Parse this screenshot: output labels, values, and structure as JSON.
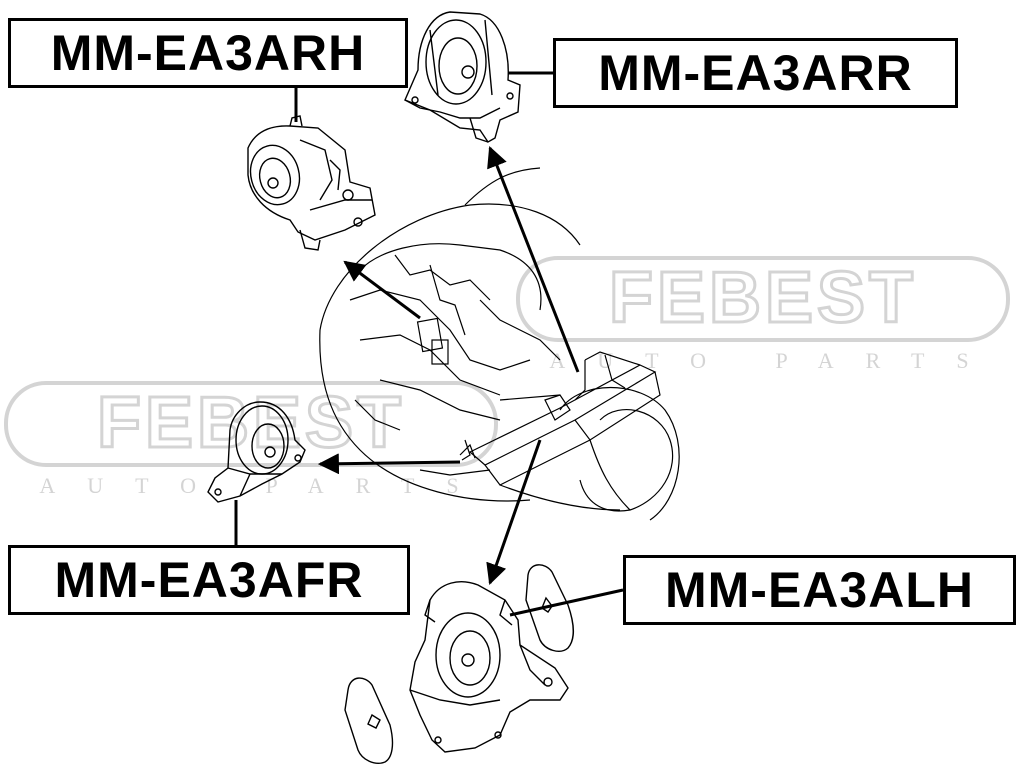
{
  "labels": {
    "arh": "MM-EA3ARH",
    "arr": "MM-EA3ARR",
    "afr": "MM-EA3AFR",
    "alh": "MM-EA3ALH"
  },
  "watermark": {
    "brand": "FEBEST",
    "tagline": "AUTO PARTS"
  },
  "colors": {
    "line": "#000000",
    "watermark": "#d4d4d4"
  }
}
